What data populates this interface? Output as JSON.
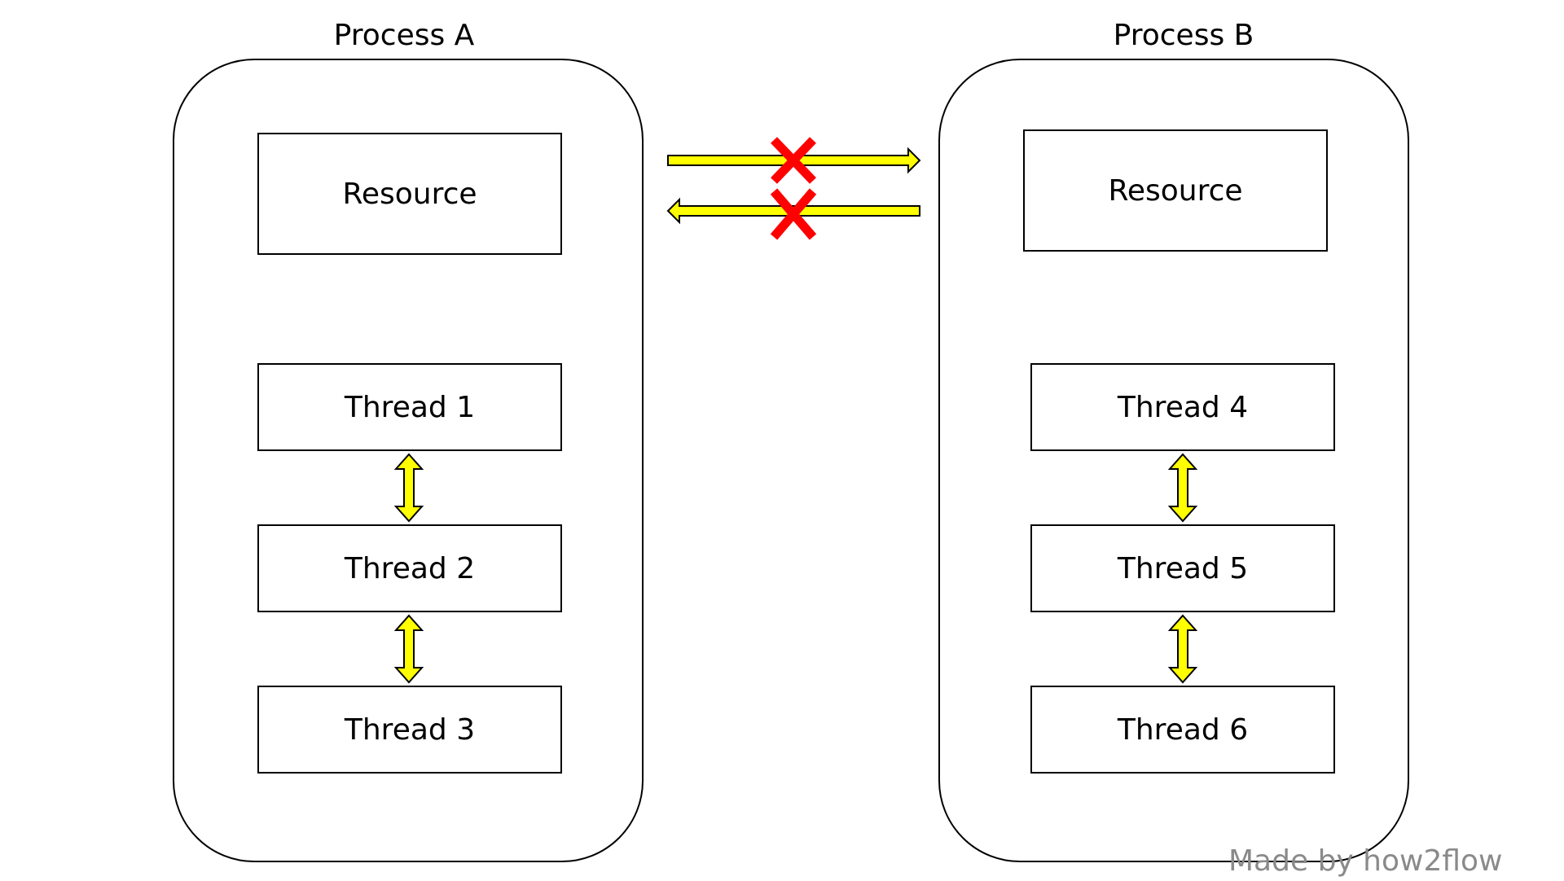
{
  "process_a": {
    "title": "Process A",
    "resource": "Resource",
    "threads": [
      "Thread 1",
      "Thread 2",
      "Thread 3"
    ]
  },
  "process_b": {
    "title": "Process B",
    "resource": "Resource",
    "threads": [
      "Thread 4",
      "Thread 5",
      "Thread 6"
    ]
  },
  "watermark": "Made by how2flow",
  "colors": {
    "arrow_fill": "#ffff00",
    "arrow_stroke": "#000000",
    "cross": "#ff0000"
  }
}
